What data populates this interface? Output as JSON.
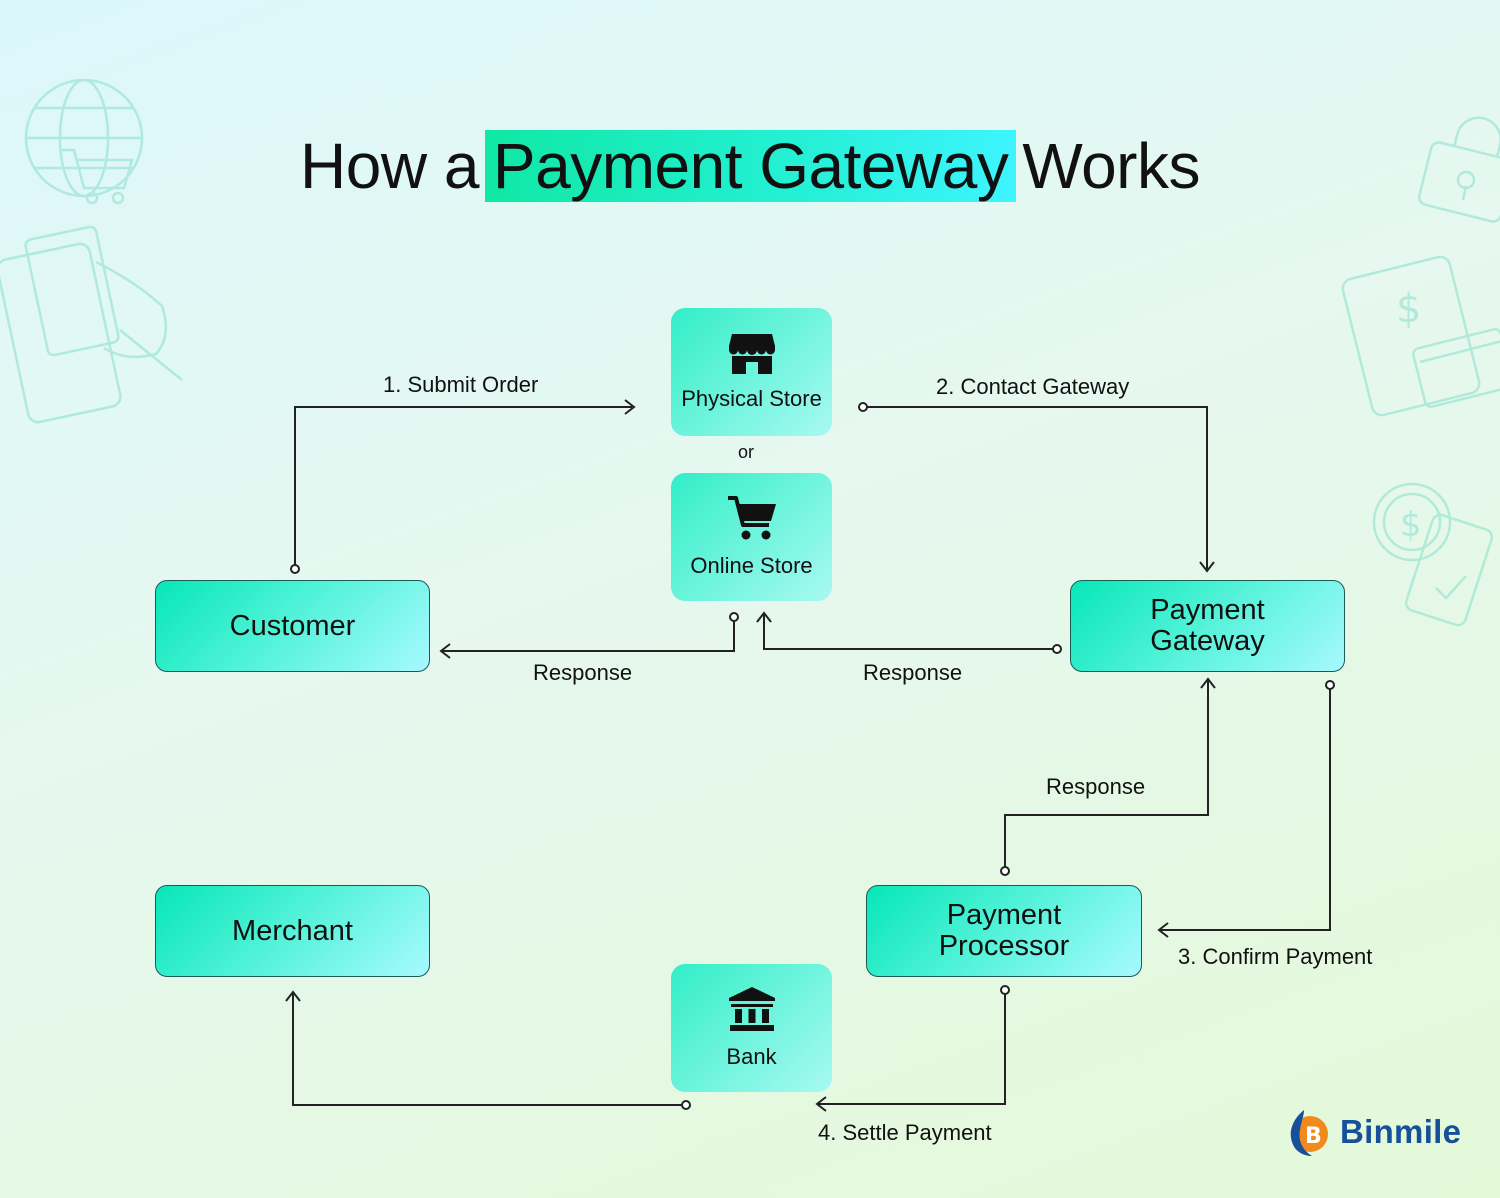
{
  "title": {
    "prefix": "How a",
    "highlight": "Payment Gateway",
    "suffix": "Works"
  },
  "nodes": {
    "customer": "Customer",
    "payment_gateway": [
      "Payment",
      "Gateway"
    ],
    "payment_processor": [
      "Payment",
      "Processor"
    ],
    "merchant": "Merchant"
  },
  "stores": {
    "physical": "Physical Store",
    "or": "or",
    "online": "Online Store",
    "bank": "Bank"
  },
  "edges": {
    "submit_order": "1. Submit Order",
    "contact_gateway": "2. Contact Gateway",
    "response_left": "Response",
    "response_right": "Response",
    "response_processor": "Response",
    "confirm_payment": "3. Confirm Payment",
    "settle_payment": "4. Settle Payment"
  },
  "brand": {
    "name": "Binmile",
    "color": "#16509b",
    "accent": "#f08a1c"
  },
  "colors": {
    "highlight_start": "#10e8a4",
    "highlight_end": "#3ef4ff",
    "line": "#222222"
  }
}
